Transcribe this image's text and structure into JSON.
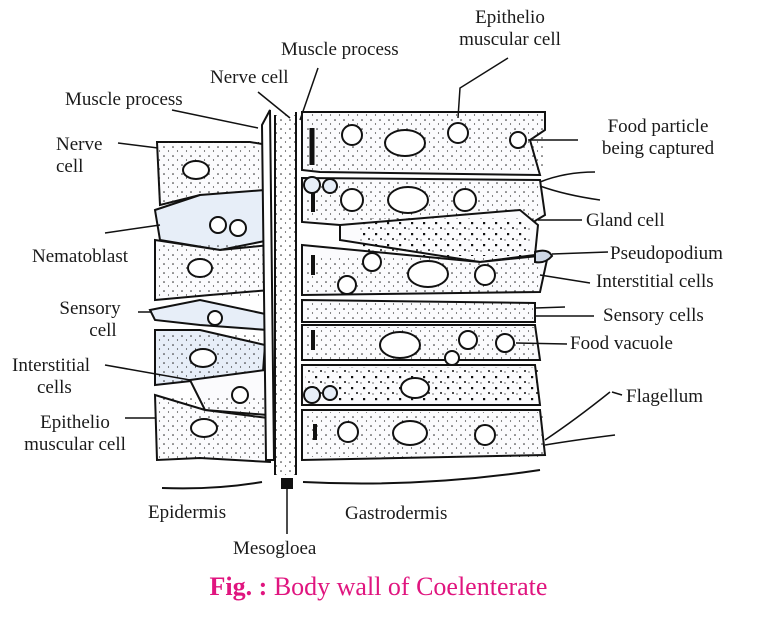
{
  "diagram": {
    "title": "Body wall of Coelenterate",
    "caption_prefix": "Fig. :",
    "caption_text": "Body wall of Coelenterate",
    "caption_color": "#e0157f",
    "line_color": "#111111",
    "cell_fill": "#fbfbfd",
    "cell_tint": "#e7eef8",
    "labels": {
      "epithelio_muscular_top_1": "Epithelio",
      "epithelio_muscular_top_2": "muscular cell",
      "muscle_process_top": "Muscle process",
      "nerve_cell_top": "Nerve cell",
      "muscle_process_left": "Muscle process",
      "nerve_cell_left_1": "Nerve",
      "nerve_cell_left_2": "cell",
      "nematoblast": "Nematoblast",
      "sensory_cell_left_1": "Sensory",
      "sensory_cell_left_2": "cell",
      "interstitial_left_1": "Interstitial",
      "interstitial_left_2": "cells",
      "epithelio_muscular_left_1": "Epithelio",
      "epithelio_muscular_left_2": "muscular cell",
      "food_particle_1": "Food particle",
      "food_particle_2": "being captured",
      "gland_cell": "Gland cell",
      "pseudopodium": "Pseudopodium",
      "interstitial_right": "Interstitial cells",
      "sensory_cells_right": "Sensory cells",
      "food_vacuole": "Food vacuole",
      "flagellum": "Flagellum",
      "epidermis": "Epidermis",
      "gastrodermis": "Gastrodermis",
      "mesogloea": "Mesogloea"
    }
  }
}
